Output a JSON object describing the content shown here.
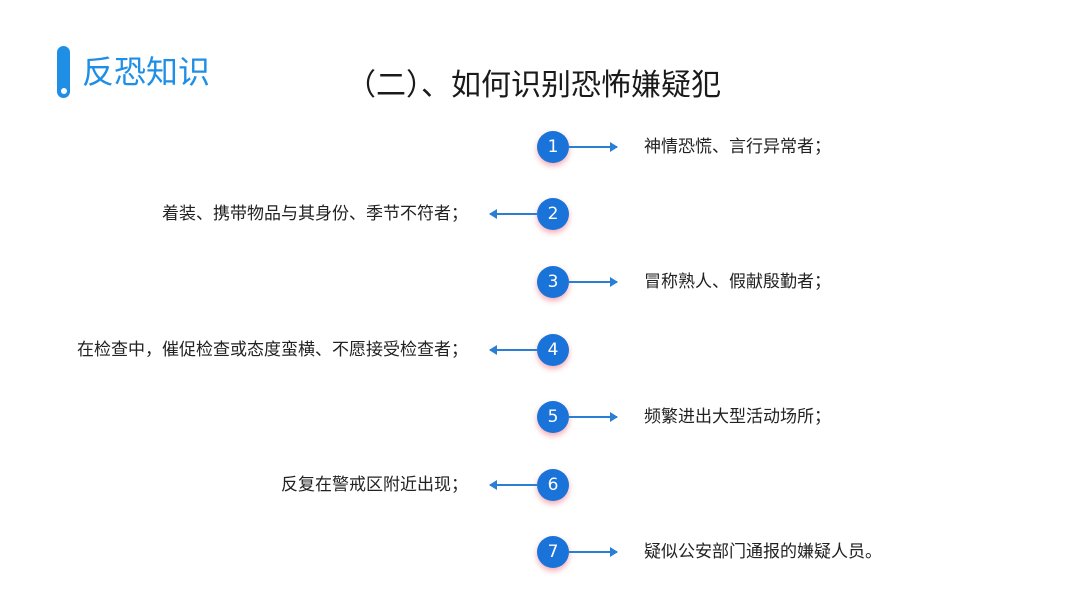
{
  "header": {
    "section_title": "反恐知识",
    "page_title": "（二）、如何识别恐怖嫌疑犯"
  },
  "items": [
    {
      "number": "1",
      "text": "神情恐慌、言行异常者；"
    },
    {
      "number": "2",
      "text": "着装、携带物品与其身份、季节不符者；"
    },
    {
      "number": "3",
      "text": "冒称熟人、假献殷勤者；"
    },
    {
      "number": "4",
      "text": "在检查中，催促检查或态度蛮横、不愿接受检查者；"
    },
    {
      "number": "5",
      "text": "频繁进出大型活动场所；"
    },
    {
      "number": "6",
      "text": "反复在警戒区附近出现；"
    },
    {
      "number": "7",
      "text": "疑似公安部门通报的嫌疑人员。"
    }
  ],
  "colors": {
    "accent": "#1f8fe6",
    "circle": "#1a73d9",
    "arrow": "#2a7fd4",
    "circle_shadow": "#e6465a"
  }
}
